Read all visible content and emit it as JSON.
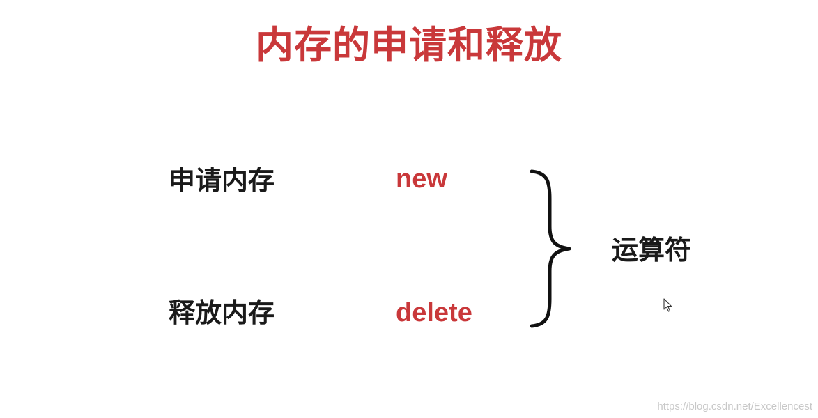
{
  "slide": {
    "title": "内存的申请和释放",
    "rows": [
      {
        "label": "申请内存",
        "keyword": "new"
      },
      {
        "label": "释放内存",
        "keyword": "delete"
      }
    ],
    "group_label": "运算符",
    "watermark": "https://blog.csdn.net/Excellencest"
  },
  "colors": {
    "accent": "#c9383a",
    "text": "#1a1a1a",
    "background": "#ffffff",
    "watermark": "#c8c8c8"
  },
  "icons": {
    "brace": "right-curly-brace-icon",
    "cursor": "mouse-pointer-icon"
  }
}
